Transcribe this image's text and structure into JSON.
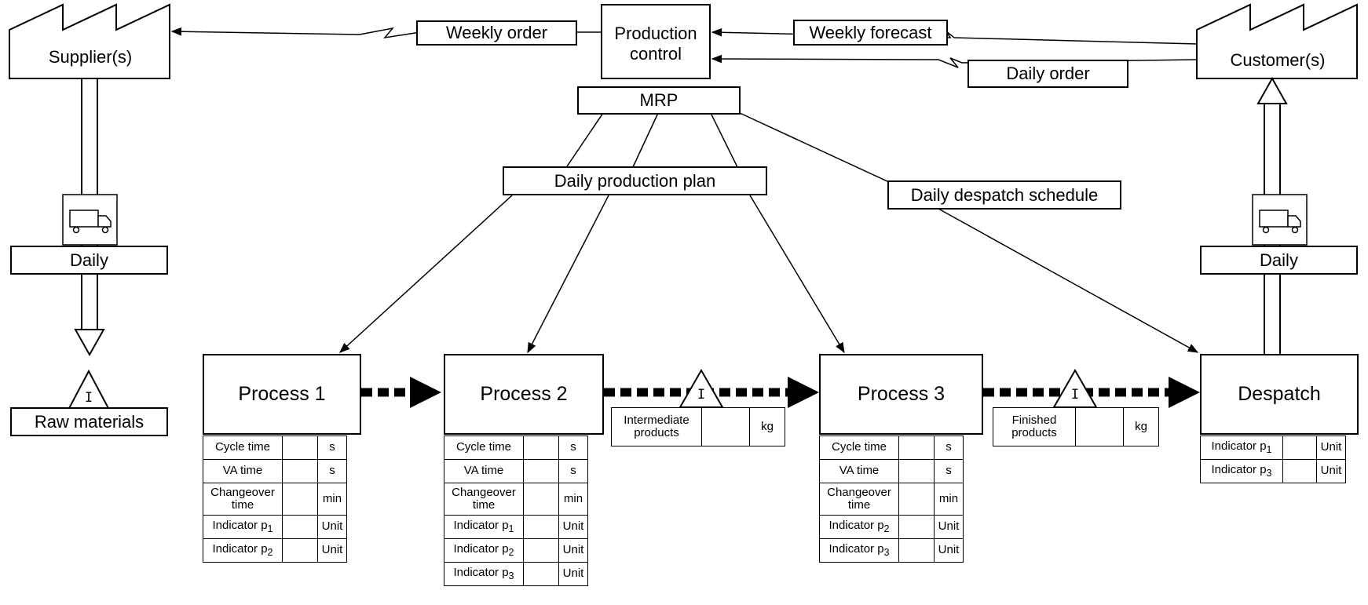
{
  "nodes": {
    "supplier": "Supplier(s)",
    "customer": "Customer(s)",
    "production_control": [
      "Production",
      "control"
    ],
    "mrp": "MRP",
    "raw_materials": "Raw materials",
    "inventory_symbol": "I"
  },
  "flows": {
    "weekly_order": "Weekly order",
    "weekly_forecast": "Weekly forecast",
    "daily_order": "Daily order",
    "daily_production_plan": "Daily production plan",
    "daily_despatch_schedule": "Daily despatch schedule",
    "supplier_delivery": "Daily",
    "customer_delivery": "Daily"
  },
  "processes": {
    "p1": {
      "name": "Process 1",
      "rows": [
        {
          "label": "Cycle time",
          "unit": "s"
        },
        {
          "label": "VA time",
          "unit": "s"
        },
        {
          "label": "Changeover time",
          "unit": "min"
        },
        {
          "label": "Indicator p",
          "sub": "1",
          "unit": "Unit"
        },
        {
          "label": "Indicator p",
          "sub": "2",
          "unit": "Unit"
        }
      ]
    },
    "p2": {
      "name": "Process 2",
      "rows": [
        {
          "label": "Cycle time",
          "unit": "s"
        },
        {
          "label": "VA time",
          "unit": "s"
        },
        {
          "label": "Changeover time",
          "unit": "min"
        },
        {
          "label": "Indicator p",
          "sub": "1",
          "unit": "Unit"
        },
        {
          "label": "Indicator p",
          "sub": "2",
          "unit": "Unit"
        },
        {
          "label": "Indicator p",
          "sub": "3",
          "unit": "Unit"
        }
      ]
    },
    "p3": {
      "name": "Process 3",
      "rows": [
        {
          "label": "Cycle time",
          "unit": "s"
        },
        {
          "label": "VA time",
          "unit": "s"
        },
        {
          "label": "Changeover time",
          "unit": "min"
        },
        {
          "label": "Indicator p",
          "sub": "2",
          "unit": "Unit"
        },
        {
          "label": "Indicator p",
          "sub": "3",
          "unit": "Unit"
        }
      ]
    },
    "despatch": {
      "name": "Despatch",
      "rows": [
        {
          "label": "Indicator p",
          "sub": "1",
          "unit": "Unit"
        },
        {
          "label": "Indicator p",
          "sub": "3",
          "unit": "Unit"
        }
      ]
    }
  },
  "inventories": {
    "intermediate": {
      "label": [
        "Intermediate",
        "products"
      ],
      "unit": "kg"
    },
    "finished": {
      "label": [
        "Finished",
        "products"
      ],
      "unit": "kg"
    }
  }
}
